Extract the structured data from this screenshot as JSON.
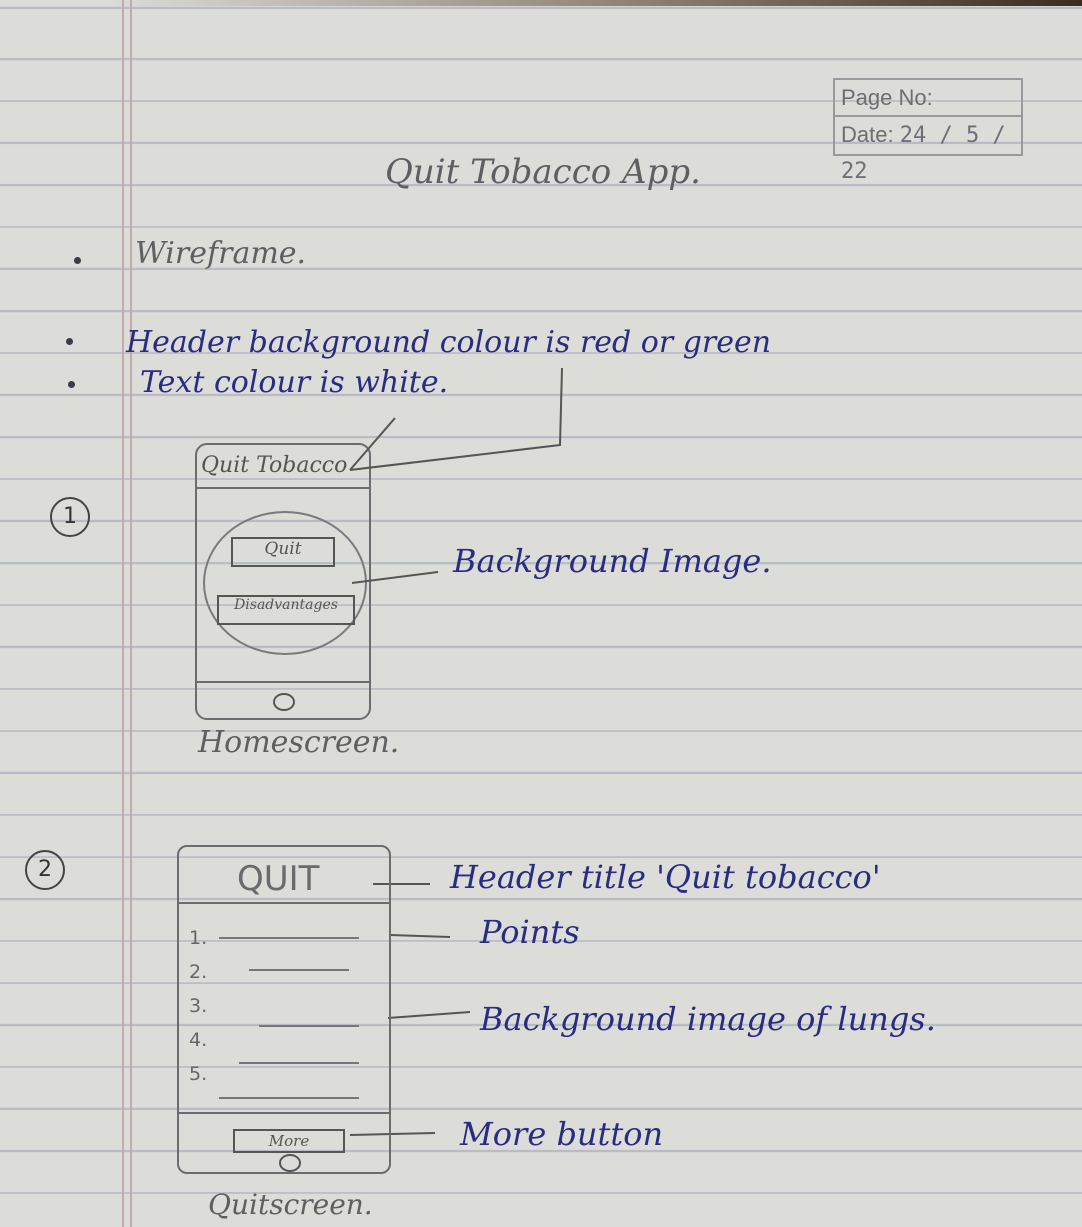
{
  "page_box": {
    "page_label": "Page No:",
    "date_label": "Date:",
    "date_value": "24 / 5 / 22"
  },
  "title": "Quit Tobacco App.",
  "notes": [
    "Wireframe.",
    "Header background colour is red or green",
    "Text colour is white."
  ],
  "screen1": {
    "number": "1",
    "header": "Quit Tobacco",
    "buttons": [
      "Quit",
      "Disadvantages"
    ],
    "annotation": "Background Image.",
    "caption": "Homescreen."
  },
  "screen2": {
    "number": "2",
    "header": "QUIT",
    "numbers": [
      "1.",
      "2.",
      "3.",
      "4.",
      "5."
    ],
    "button": "More",
    "annotations": [
      "Header title 'Quit tobacco'",
      "Points",
      "Background image of lungs.",
      "More button"
    ],
    "caption": "Quitscreen."
  }
}
